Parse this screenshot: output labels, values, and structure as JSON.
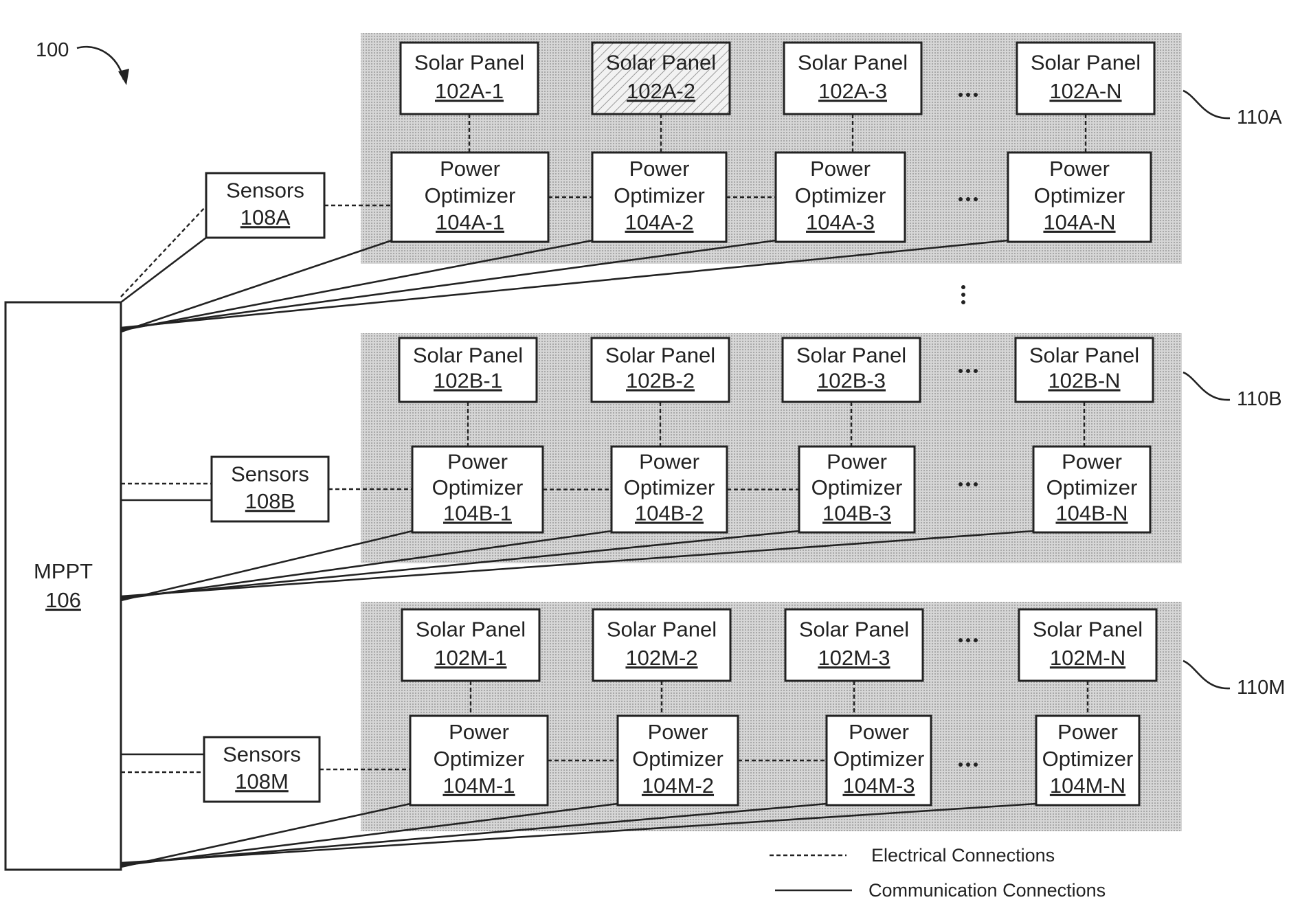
{
  "figure_number": "100",
  "mppt": {
    "title": "MPPT",
    "ref": "106"
  },
  "groups": [
    {
      "id": "A",
      "label": "110A",
      "sensors": {
        "title": "Sensors",
        "ref": "108A"
      },
      "panels": [
        {
          "title": "Solar Panel",
          "ref": "102A-1",
          "hatched": false
        },
        {
          "title": "Solar Panel",
          "ref": "102A-2",
          "hatched": true
        },
        {
          "title": "Solar Panel",
          "ref": "102A-3",
          "hatched": false
        },
        {
          "title": "Solar Panel",
          "ref": "102A-N",
          "hatched": false
        }
      ],
      "optimizers": [
        {
          "line1": "Power",
          "line2": "Optimizer",
          "ref": "104A-1"
        },
        {
          "line1": "Power",
          "line2": "Optimizer",
          "ref": "104A-2"
        },
        {
          "line1": "Power",
          "line2": "Optimizer",
          "ref": "104A-3"
        },
        {
          "line1": "Power",
          "line2": "Optimizer",
          "ref": "104A-N"
        }
      ]
    },
    {
      "id": "B",
      "label": "110B",
      "sensors": {
        "title": "Sensors",
        "ref": "108B"
      },
      "panels": [
        {
          "title": "Solar Panel",
          "ref": "102B-1",
          "hatched": false
        },
        {
          "title": "Solar Panel",
          "ref": "102B-2",
          "hatched": false
        },
        {
          "title": "Solar Panel",
          "ref": "102B-3",
          "hatched": false
        },
        {
          "title": "Solar Panel",
          "ref": "102B-N",
          "hatched": false
        }
      ],
      "optimizers": [
        {
          "line1": "Power",
          "line2": "Optimizer",
          "ref": "104B-1"
        },
        {
          "line1": "Power",
          "line2": "Optimizer",
          "ref": "104B-2"
        },
        {
          "line1": "Power",
          "line2": "Optimizer",
          "ref": "104B-3"
        },
        {
          "line1": "Power",
          "line2": "Optimizer",
          "ref": "104B-N"
        }
      ]
    },
    {
      "id": "M",
      "label": "110M",
      "sensors": {
        "title": "Sensors",
        "ref": "108M"
      },
      "panels": [
        {
          "title": "Solar Panel",
          "ref": "102M-1",
          "hatched": false
        },
        {
          "title": "Solar Panel",
          "ref": "102M-2",
          "hatched": false
        },
        {
          "title": "Solar Panel",
          "ref": "102M-3",
          "hatched": false
        },
        {
          "title": "Solar Panel",
          "ref": "102M-N",
          "hatched": false
        }
      ],
      "optimizers": [
        {
          "line1": "Power",
          "line2": "Optimizer",
          "ref": "104M-1"
        },
        {
          "line1": "Power",
          "line2": "Optimizer",
          "ref": "104M-2"
        },
        {
          "line1": "Power",
          "line2": "Optimizer",
          "ref": "104M-3"
        },
        {
          "line1": "Power",
          "line2": "Optimizer",
          "ref": "104M-N"
        }
      ]
    }
  ],
  "legend": {
    "electrical": "Electrical Connections",
    "communication": "Communication Connections"
  },
  "colors": {
    "group_fill": "#cfcfcf",
    "box_fill": "#ffffff",
    "stroke": "#222222"
  }
}
